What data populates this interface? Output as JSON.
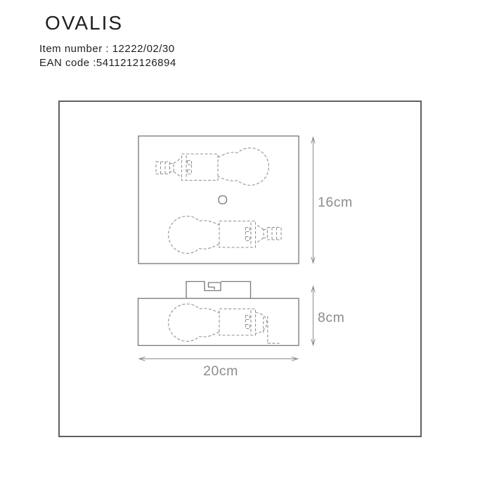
{
  "header": {
    "product_name": "OVALIS",
    "item_number": "Item number : 12222/02/30",
    "ean_code": "EAN code :5411212126894"
  },
  "diagram": {
    "dimensions": {
      "top_view_height": "16cm",
      "side_view_height": "8cm",
      "overall_width": "20cm"
    },
    "colors": {
      "frame_border": "#4f4f4f",
      "outline": "#7a7a7a",
      "dashed": "#919191",
      "dimension_line": "#8f8f8f",
      "dimension_text": "#8c8c8c",
      "header_text": "#1f1f1f"
    }
  }
}
